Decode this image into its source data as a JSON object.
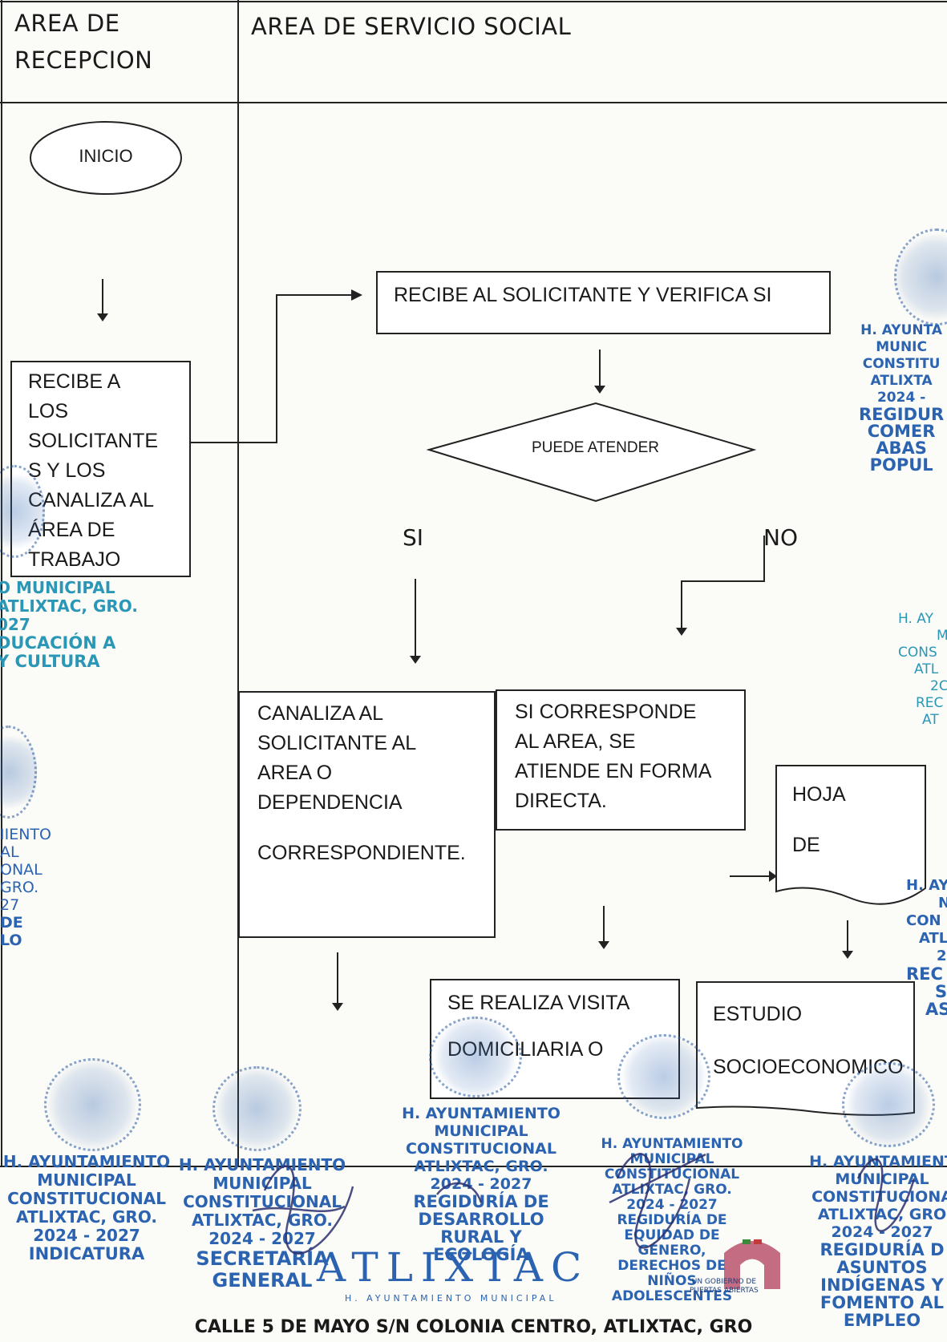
{
  "lanes": {
    "reception": [
      "AREA DE",
      "RECEPCION"
    ],
    "social_service": "AREA DE SERVICIO SOCIAL"
  },
  "nodes": {
    "start": "INICIO",
    "receive": [
      "RECIBE A",
      "LOS",
      "SOLICITANTE",
      "S Y LOS",
      "CANALIZA AL",
      "ÁREA DE",
      "TRABAJO"
    ],
    "verify": "RECIBE AL SOLICITANTE Y VERIFICA SI",
    "decision": "PUEDE ATENDER",
    "yes": "SI",
    "no": "NO",
    "channel": [
      "CANALIZA AL",
      "SOLICITANTE AL",
      "AREA O",
      "DEPENDENCIA",
      "CORRESPONDIENTE."
    ],
    "direct": [
      "SI CORRESPONDE",
      "AL AREA, SE",
      "ATIENDE EN FORMA",
      "DIRECTA."
    ],
    "sheet": [
      "HOJA",
      "DE"
    ],
    "visit": [
      "SE REALIZA VISITA",
      "DOMICILIARIA O"
    ],
    "study": [
      "ESTUDIO",
      "SOCIOECONOMICO"
    ]
  },
  "stamps": {
    "mid_left": [
      "O MUNICIPAL",
      "ATLIXTAC, GRO.",
      "027",
      "DUCACIÓN A",
      "Y CULTURA"
    ],
    "right_top": [
      "H. AYUNTA",
      "MUNIC",
      "CONSTITU",
      "ATLIXTA",
      "2024 -",
      "REGIDUR",
      "COMER",
      "ABAS",
      "POPUL"
    ],
    "left_low": [
      "IIENTO",
      "AL",
      "ONAL",
      "GRO.",
      "27",
      "DE",
      "LO"
    ],
    "right_mid": [
      "H. AY",
      "M",
      "CONS",
      "ATL",
      "2C",
      "REC",
      "AT"
    ],
    "right_low": [
      "H. AY",
      "N",
      "CON",
      "ATL",
      "2",
      "REC",
      "S",
      "AS"
    ],
    "bottom_1": [
      "H. AYUNTAMIENTO",
      "MUNICIPAL",
      "CONSTITUCIONAL",
      "ATLIXTAC, GRO.",
      "2024 - 2027",
      "INDICATURA"
    ],
    "bottom_2": [
      "H. AYUNTAMIENTO",
      "MUNICIPAL",
      "CONSTITUCIONAL",
      "ATLIXTAC, GRO.",
      "2024 - 2027",
      "SECRETARÍA",
      "GENERAL"
    ],
    "bottom_3": [
      "H. AYUNTAMIENTO",
      "MUNICIPAL",
      "CONSTITUCIONAL",
      "ATLIXTAC, GRO.",
      "2024 - 2027",
      "REGIDURÍA DE",
      "DESARROLLO",
      "RURAL Y",
      "ECOLOGÍA"
    ],
    "bottom_4": [
      "H. AYUNTAMIENTO",
      "MUNICIPAL",
      "CONSTITUCIONAL",
      "ATLIXTAC, GRO.",
      "2024 - 2027",
      "REGIDURÍA DE",
      "EQUIDAD DE",
      "GÉNERO,",
      "DERECHOS DE",
      "NIÑOS",
      "ADOLESCENTES"
    ],
    "bottom_5": [
      "H. AYUNTAMIENT",
      "MUNICIPAL",
      "CONSTITUCIONA",
      "ATLIXTAC, GRO",
      "2024 - 2027",
      "REGIDURÍA D",
      "ASUNTOS",
      "INDÍGENAS Y",
      "FOMENTO AL",
      "EMPLEO"
    ]
  },
  "logo": {
    "word": "ATLIXTAC",
    "sub": "H. AYUNTAMIENTO MUNICIPAL",
    "badge": [
      "UN GOBIERNO DE",
      "PUERTAS ABIERTAS"
    ]
  },
  "footer": {
    "address": "CALLE 5 DE MAYO S/N COLONIA CENTRO, ATLIXTAC, GRO"
  }
}
